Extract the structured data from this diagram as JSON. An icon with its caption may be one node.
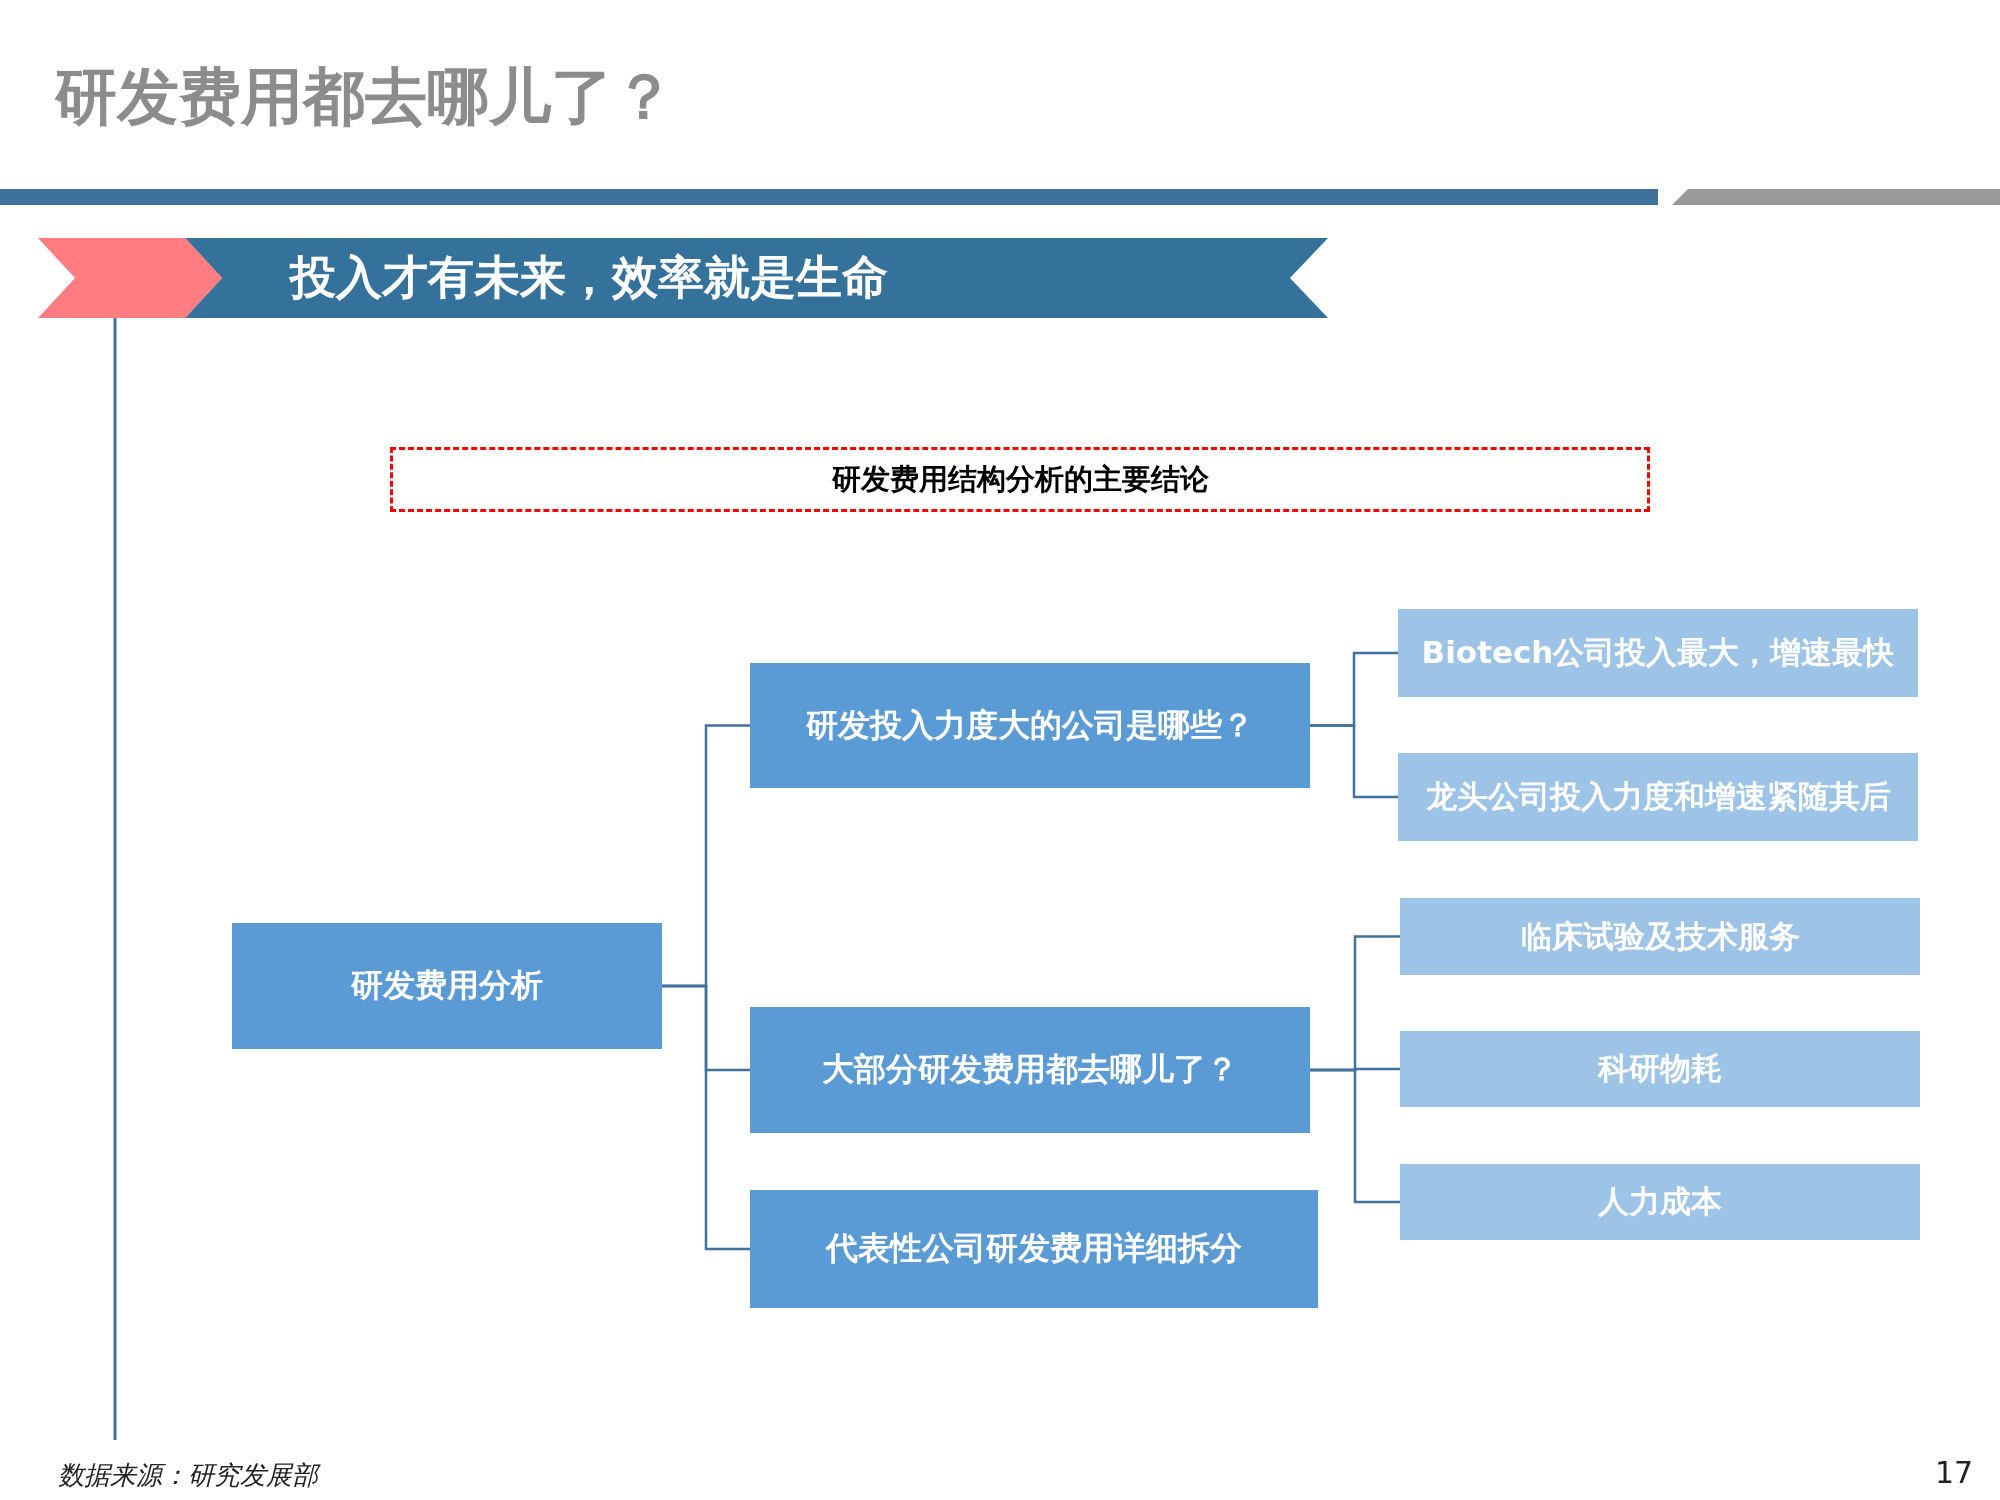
{
  "diagram": {
    "title": "研发费用都去哪儿了？",
    "nodes": [
      {
        "text": [
          "投入才有未来，效率就是生命"
        ]
      },
      {
        "text": [
          "研发费用结构分析的主要结论"
        ]
      },
      {
        "text": [
          "研发费用分析"
        ]
      },
      {
        "text": [
          "研发投入力度大的公司是哪些？"
        ]
      },
      {
        "text": [
          "Biotech公司投入最大，增速最快"
        ]
      },
      {
        "text": [
          "龙头公司投入力度和增速紧随其后"
        ]
      },
      {
        "text": [
          "大部分研发费用都去哪儿了？"
        ]
      },
      {
        "text": [
          "临床试验及技术服务"
        ]
      },
      {
        "text": [
          "科研物耗"
        ]
      },
      {
        "text": [
          "人力成本"
        ]
      },
      {
        "text": [
          "代表性公司研发费用详细拆分"
        ]
      }
    ],
    "edges": [
      {
        "from": 2,
        "to": 3,
        "arrow": "none"
      },
      {
        "from": 2,
        "to": 6,
        "arrow": "none"
      },
      {
        "from": 2,
        "to": 10,
        "arrow": "none"
      },
      {
        "from": 3,
        "to": 4,
        "arrow": "none"
      },
      {
        "from": 3,
        "to": 5,
        "arrow": "none"
      },
      {
        "from": 6,
        "to": 7,
        "arrow": "none"
      },
      {
        "from": 6,
        "to": 8,
        "arrow": "none"
      },
      {
        "from": 6,
        "to": 9,
        "arrow": "none"
      }
    ],
    "labels": [
      "数据来源：研究发展部",
      "17"
    ]
  }
}
